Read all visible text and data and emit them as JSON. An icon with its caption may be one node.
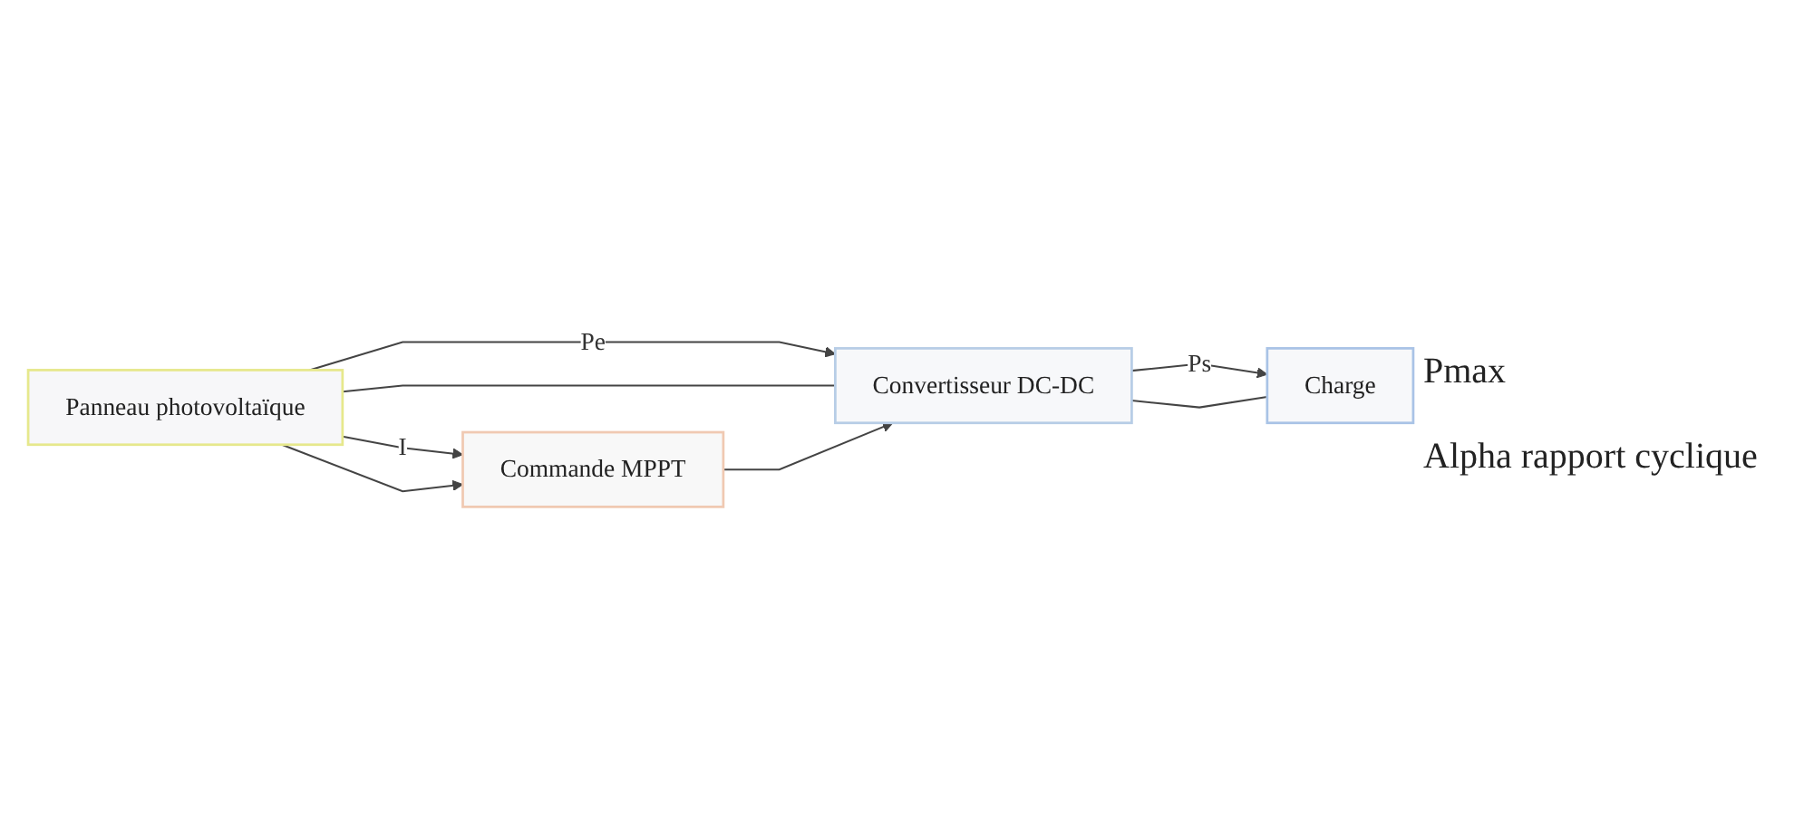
{
  "diagram": {
    "nodes": [
      {
        "text": [
          "Panneau photovoltaïque"
        ]
      },
      {
        "text": [
          "Convertisseur DC-DC"
        ]
      },
      {
        "text": [
          "Charge"
        ]
      },
      {
        "text": [
          "Commande MPPT"
        ]
      }
    ],
    "edges": [
      {
        "from": 0,
        "to": 1,
        "arrow": "to",
        "label": "Pe"
      },
      {
        "from": 0,
        "to": 1,
        "arrow": "none"
      },
      {
        "from": 0,
        "to": 3,
        "arrow": "to",
        "label": "I"
      },
      {
        "from": 0,
        "to": 3,
        "arrow": "to"
      },
      {
        "from": 1,
        "to": 2,
        "arrow": "to",
        "label": "Ps"
      },
      {
        "from": 1,
        "to": 2,
        "arrow": "none"
      },
      {
        "from": 3,
        "to": 1,
        "arrow": "to"
      }
    ],
    "labels": [
      "Pmax",
      "Alpha rapport cyclique"
    ]
  }
}
